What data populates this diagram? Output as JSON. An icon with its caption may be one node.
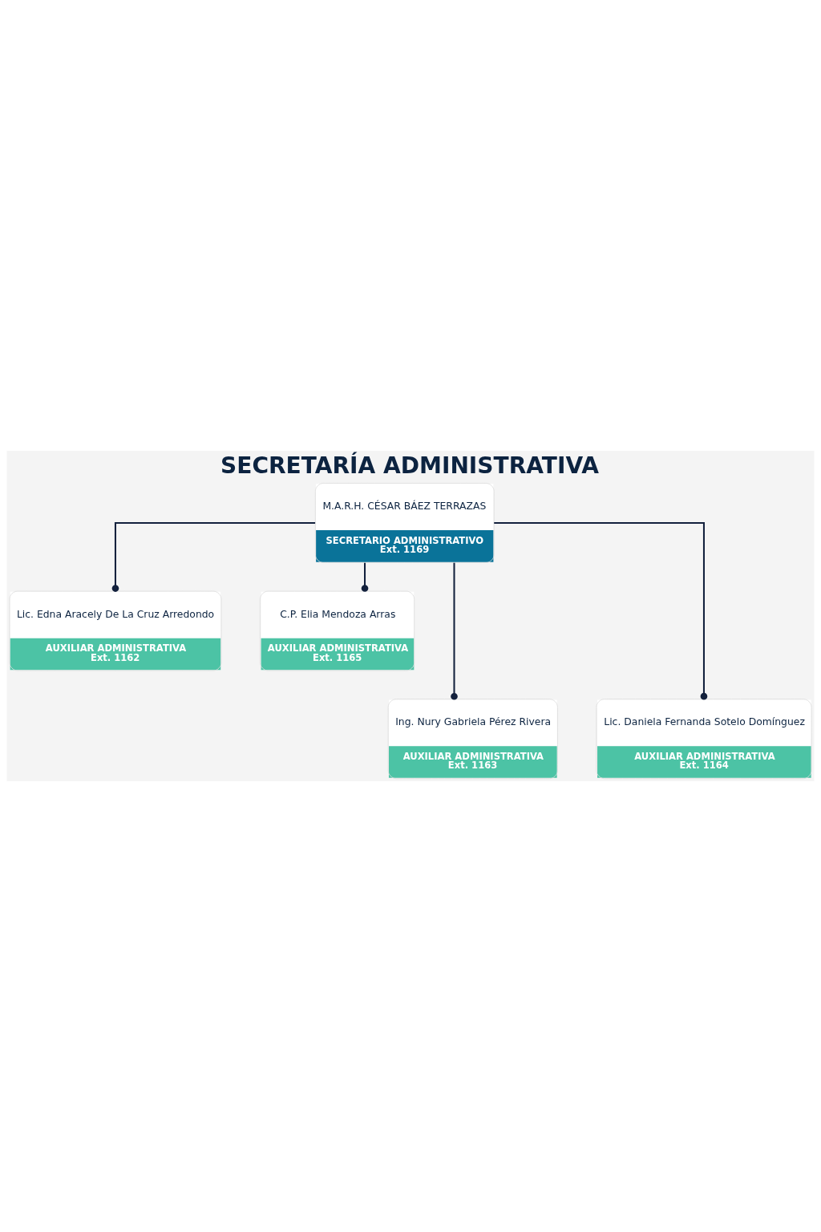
{
  "diagram": {
    "title": "SECRETARÍA ADMINISTRATIVA",
    "nodes": [
      {
        "text": [
          "M.A.R.H. CÉSAR BÁEZ TERRAZAS",
          "SECRETARIO ADMINISTRATIVO",
          "Ext. 1169"
        ]
      },
      {
        "text": [
          "Lic. Edna Aracely De La Cruz Arredondo",
          "AUXILIAR ADMINISTRATIVA",
          "Ext. 1162"
        ]
      },
      {
        "text": [
          "C.P. Elia Mendoza Arras",
          "AUXILIAR ADMINISTRATIVA",
          "Ext. 1165"
        ]
      },
      {
        "text": [
          "Ing. Nury Gabriela Pérez Rivera",
          "AUXILIAR ADMINISTRATIVA",
          "Ext. 1163"
        ]
      },
      {
        "text": [
          "Lic. Daniela Fernanda Sotelo Domínguez",
          "AUXILIAR ADMINISTRATIVA",
          "Ext. 1164"
        ]
      }
    ],
    "edges": [
      {
        "from": 0,
        "to": 1,
        "arrow": "other"
      },
      {
        "from": 0,
        "to": 2,
        "arrow": "other"
      },
      {
        "from": 0,
        "to": 3,
        "arrow": "other"
      },
      {
        "from": 0,
        "to": 4,
        "arrow": "other"
      }
    ]
  }
}
